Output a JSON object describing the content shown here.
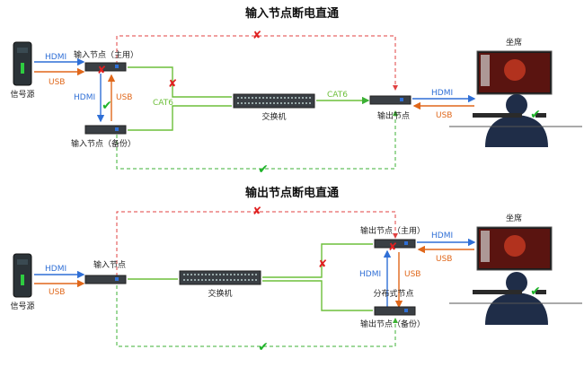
{
  "colors": {
    "hdmi": "#2f6fd6",
    "usb": "#e0671a",
    "cat": "#6dbf3a",
    "red_dash": "#e04040",
    "green_dash": "#3cb034",
    "cross": "#e02020",
    "check": "#1fb32a"
  },
  "icons": [
    "computer-tower-icon",
    "kvm-node-device-icon",
    "network-switch-icon",
    "monitor-icon",
    "user-person-icon",
    "cross-mark-icon",
    "check-mark-icon"
  ],
  "top": {
    "title": "输入节点断电直通",
    "source": "信号源",
    "hdmi": "HDMI",
    "usb": "USB",
    "input_main": "输入节点（主用）",
    "input_backup": "输入节点（备份）",
    "hdmi_mid": "HDMI",
    "usb_mid": "USB",
    "cat6_left": "CAT6",
    "switch": "交换机",
    "cat6_right": "CAT6",
    "output": "输出节点",
    "hdmi_out": "HDMI",
    "usb_out": "USB",
    "seat": "坐席",
    "cross": "✘",
    "check": "✔"
  },
  "bottom": {
    "title": "输出节点断电直通",
    "source": "信号源",
    "hdmi": "HDMI",
    "usb": "USB",
    "input": "输入节点",
    "switch": "交换机",
    "output_main": "输出节点（主用）",
    "output_backup": "输出节点（备份）",
    "distributed": "分布式节点",
    "hdmi_mid": "HDMI",
    "usb_mid": "USB",
    "hdmi_out": "HDMI",
    "usb_out": "USB",
    "seat": "坐席",
    "cross": "✘",
    "check": "✔"
  }
}
